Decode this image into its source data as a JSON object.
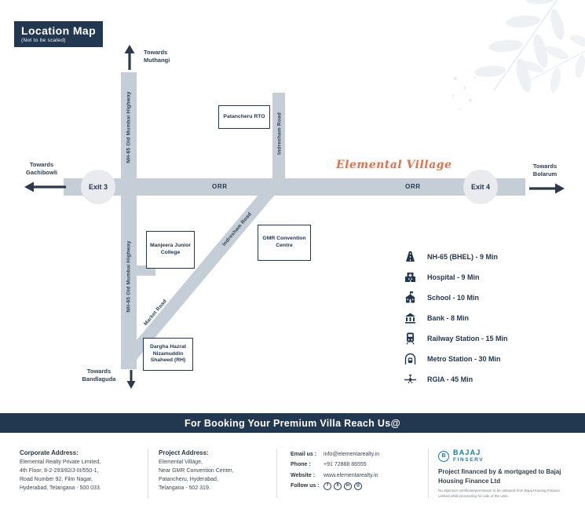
{
  "colors": {
    "navy": "#223750",
    "road": "#c5ced6",
    "accent_orange": "#e4714b",
    "bajaj_blue": "#1379bf",
    "exit_circle": "#e9ebee"
  },
  "title": {
    "heading": "Location Map",
    "subheading": "(Not to be scaled)"
  },
  "map": {
    "project_label": "Elemental Village",
    "roads": {
      "highway": "NH-65 Old Mumbai Highway",
      "orr": "ORR",
      "indresham": "Indresham Road",
      "market": "Market Road"
    },
    "directions": {
      "north": "Towards Muthangi",
      "west": "Towards Gachibowli",
      "east": "Towards Bolarum",
      "south": "Towards Bandlaguda"
    },
    "exits": {
      "exit3": "Exit 3",
      "exit4": "Exit 4"
    },
    "landmarks": {
      "rto": "Patancheru RTO",
      "college": "Manjeera Junior College",
      "convention": "GMR Convention Centre",
      "dargha": "Dargha Hazrat Nizamuddin Shaheed (RH)"
    }
  },
  "legend": {
    "items": [
      {
        "icon": "road-icon",
        "label": "NH-65 (BHEL) - 9 Min"
      },
      {
        "icon": "hospital-icon",
        "label": "Hospital - 9 Min"
      },
      {
        "icon": "school-icon",
        "label": "School - 10 Min"
      },
      {
        "icon": "bank-icon",
        "label": "Bank - 8 Min"
      },
      {
        "icon": "railway-icon",
        "label": "Railway Station - 15 Min"
      },
      {
        "icon": "metro-icon",
        "label": "Metro Station - 30 Min"
      },
      {
        "icon": "airplane-icon",
        "label": "RGIA - 45 Min"
      }
    ]
  },
  "banner": {
    "text": "For Booking Your Premium Villa Reach Us@"
  },
  "footer": {
    "corporate": {
      "heading": "Corporate Address:",
      "lines": [
        "Elemental Realty Private Limited,",
        "4th Floor, 8-2-293/82/J-III/550-1,",
        "Road Number 92, Film Nagar,",
        "Hyderabad, Telangana - 500 033."
      ]
    },
    "project": {
      "heading": "Project Address:",
      "lines": [
        "Elemental Village,",
        "Near GMR Convention Center,",
        "Patancheru, Hyderabad,",
        "Telangana - 502 319."
      ]
    },
    "contact": {
      "rows": [
        {
          "label": "Email us :",
          "value": "info@elementarealty.in"
        },
        {
          "label": "Phone :",
          "value": "+91 72888 86555"
        },
        {
          "label": "Website :",
          "value": "www.elementarealty.in"
        },
        {
          "label": "Follow us :",
          "value": ""
        }
      ],
      "social": [
        {
          "name": "facebook-icon",
          "glyph": "f"
        },
        {
          "name": "twitter-icon",
          "glyph": "X"
        },
        {
          "name": "linkedin-icon",
          "glyph": "in"
        },
        {
          "name": "instagram-icon",
          "glyph": "@"
        }
      ]
    },
    "bajaj": {
      "logo_glyph": "B",
      "brand_line1": "BAJAJ",
      "brand_line2": "FINSERV",
      "text": "Project financed by & mortgaged to Bajaj Housing Finance Ltd",
      "disclaimer": "No objection certificate/permission to be obtained from Bajaj Housing Finance Limited while proceeding for sale of the units."
    }
  }
}
